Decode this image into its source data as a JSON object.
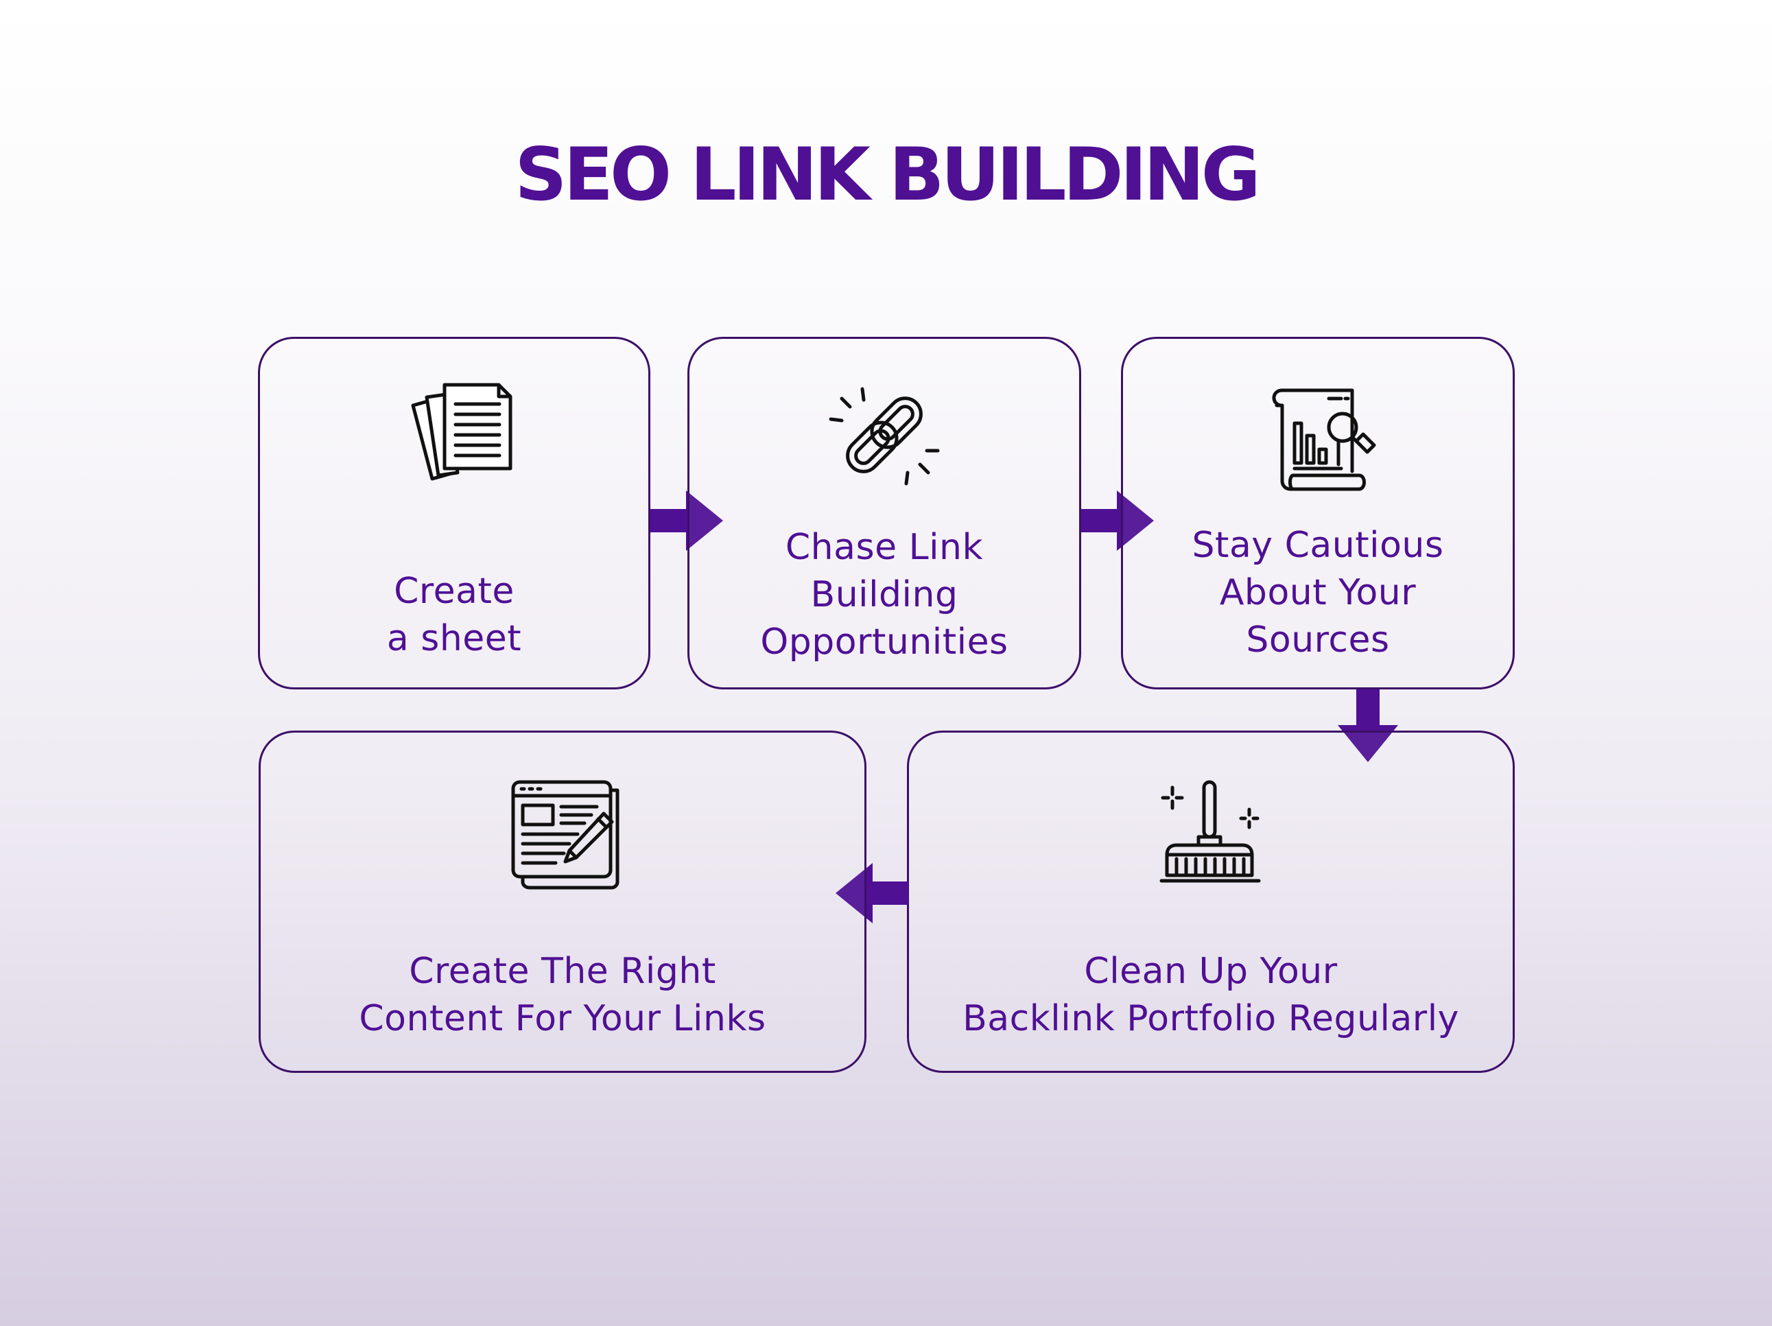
{
  "title": "SEO LINK BUILDING",
  "colors": {
    "accent": "#4f1094",
    "card_border": "#3c1068",
    "icon": "#111111"
  },
  "steps": [
    {
      "icon": "documents-icon",
      "lines": [
        "Create",
        "a sheet"
      ]
    },
    {
      "icon": "chain-link-icon",
      "lines": [
        "Chase Link",
        "Building",
        "Opportunities"
      ]
    },
    {
      "icon": "report-search-icon",
      "lines": [
        "Stay Cautious",
        "About Your",
        "Sources"
      ]
    },
    {
      "icon": "broom-icon",
      "lines": [
        "Clean Up Your",
        "Backlink Portfolio Regularly"
      ]
    },
    {
      "icon": "content-edit-icon",
      "lines": [
        "Create The Right",
        "Content For Your Links"
      ]
    }
  ]
}
